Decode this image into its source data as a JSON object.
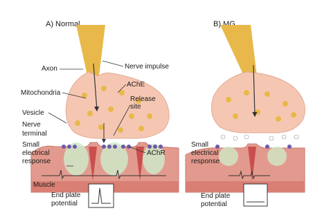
{
  "panel_a": {
    "title": "A)   Normal",
    "labels": {
      "axon": "Axon",
      "nerve_impulse": "Nerve impulse",
      "mitochondria": "Mitochondria",
      "ache": "AChE",
      "release_site_line1": "Release",
      "release_site_line2": "site",
      "vesicle": "Vesicle",
      "nerve_terminal_line1": "Nerve",
      "nerve_terminal_line2": "terminal",
      "small_response_line1": "Small",
      "small_response_line2": "electrical",
      "small_response_line3": "response",
      "achr": "AChR",
      "muscle": "Muscle",
      "epp_line1": "End plate",
      "epp_line2": "potential"
    }
  },
  "panel_b": {
    "title": "B)   MG",
    "labels": {
      "small_response_line1": "Small",
      "small_response_line2": "electrical",
      "small_response_line3": "response",
      "epp_line1": "End plate",
      "epp_line2": "potential"
    }
  },
  "colors": {
    "axon": "#e8b84a",
    "terminal": "#f5c7b2",
    "vesicle": "#e8b84a",
    "muscle": "#e39a8e",
    "muscle_dark": "#c95a55",
    "cleft_glow": "#cfe8c8",
    "receptor": "#6b5aa8",
    "line": "#333333"
  }
}
